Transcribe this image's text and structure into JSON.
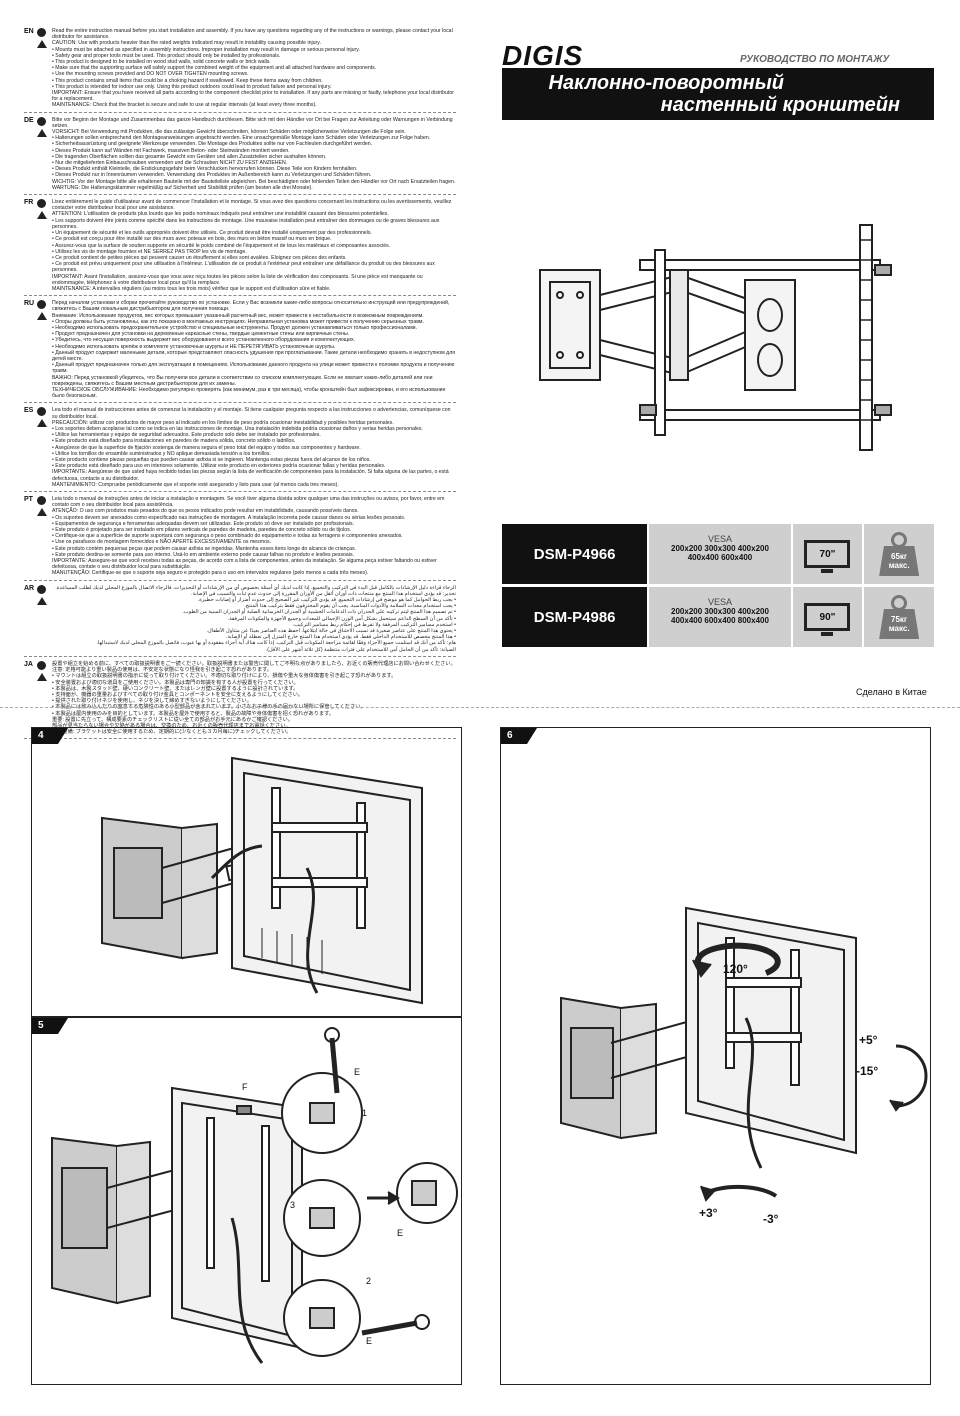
{
  "languages": [
    {
      "code": "EN",
      "lines": [
        "Read the entire instruction manual before you start installation and assembly. If you have any questions regarding any of the instructions or warnings, please contact your local distributor for assistance.",
        "CAUTION: Use with products heavier than the rated weights indicated may result in instability causing possible injury.",
        "• Mounts must be attached as specified in assembly instructions. Improper installation may result in damage or serious personal injury.",
        "• Safety gear and proper tools must be used. This product should only be installed by professionals.",
        "• This product is designed to be installed on wood stud walls, solid concrete walls or brick walls.",
        "• Make sure that the supporting surface will safely support the combined weight of the equipment and all attached hardware and components.",
        "• Use the mounting screws provided and DO NOT OVER TIGHTEN mounting screws.",
        "• This product contains small items that could be a choking hazard if swallowed. Keep these items away from children.",
        "• This product is intended for indoor use only. Using this product outdoors could lead to product failure and personal injury.",
        "IMPORTANT: Ensure that you have received all parts according to the component checklist prior to installation. If any parts are missing or faulty, telephone your local distributor for a replacement.",
        "MAINTENANCE: Check that the bracket is secure and safe to use at regular intervals (at least every three months)."
      ]
    },
    {
      "code": "DE",
      "lines": [
        "Bitte vor Beginn der Montage und Zusammenbau das ganze Handbuch durchlesen. Bitte sich mit den Händler vor Ort bei Fragen zur Anleitung oder Warnungen in Verbindung setzen.",
        "VORSICHT: Bei Verwendung mit Produkten, die das zulässige Gewicht überschreiten, können Schäden oder möglicherweise Verletzungen die Folge sein.",
        "• Halterungen sollen entsprechend den Montageanweisungen angebracht werden. Eine unsachgemäße Montage kann Schäden oder Verletzungen zur Folge haben.",
        "• Sicherheitsausrüstung und geeignete Werkzeuge verwenden. Die Montage des Produktes sollte nur von Fachleuten durchgeführt werden.",
        "• Dieses Produkt kann auf Wänden mit Fachwerk, massiven Beton- oder Steinwänden montiert werden.",
        "• Die tragenden Oberflächen sollten das gesamte Gewicht von Geräten und allen Zusatzteilen sicher aushalten können.",
        "• Nur die mitgelieferten Einbauschrauben verwenden und die Schrauben NICHT ZU FEST ANZIEHEN.",
        "• Dieses Produkt enthält Kleinteile, die Erstickungsgefahr beim Verschlucken hervorrufen können. Diese Teile von Kindern fernhalten.",
        "• Dieses Produkt nur in Innenräumen verwenden. Verwendung des Produktes im Außenbereich kann zu Verletzungen und Schäden führen.",
        "WICHTIG: Vor der Montage bitte alle erhaltenen Bauteile mit der Bauteileliste abgleichen. Bei beschädigten oder fehlenden Teilen den Händler vor Ort nach Ersatzteilen fragen.",
        "WARTUNG: Die Halterungsklammer regelmäßig auf Sicherheit und Stabilität prüfen (am besten alle drei Monate)."
      ]
    },
    {
      "code": "FR",
      "lines": [
        "Lisez entièrement le guide d'utilisateur avant de commencer l'installation et le montage. Si vous avez des questions concernant les instructions ou les avertissements, veuillez contacter votre distributeur local pour une assistance.",
        "ATTENTION: L'utilisation de produits plus lourds que les poids nominaux indiqués peut entraîner une instabilité causant des blessures potentielles.",
        "• Les supports doivent être joints comme spécifié dans les instructions de montage. Une mauvaise installation peut entraîner des dommages ou de graves blessures aux personnes.",
        "• Un équipement de sécurité et les outils appropriés doivent être utilisés. Ce produit devrait être installé uniquement par des professionnels.",
        "• Ce produit est conçu pour être installé sur des murs avec poteaux en bois, des murs en béton massif ou murs en brique.",
        "• Assurez-vous que la surface de soutien supporte en sécurité le poids combiné de l'équipement et de tous les matériaux et composantes associés.",
        "• Utilisez les vis de montage fournies et NE SERREZ PAS TROP les vis de montage.",
        "• Ce produit contient de petites pièces qui peuvent causer un étouffement si elles sont avalées. Eloignez ces pièces des enfants.",
        "• Ce produit est prévu uniquement pour une utilisation à l'intérieur. L'utilisation de ce produit à l'extérieur peut entraîner une défaillance du produit ou des blessures aux personnes.",
        "IMPORTANT: Avant l'installation, assurez-vous que vous avez reçu toutes les pièces selon la liste de vérification des composants. Si une pièce est manquante ou endommagée, téléphonez à votre distributeur local pour qu'il la remplace.",
        "MAINTENANCE: A intervalles réguliers (au moins tous les trois mois) vérifiez que le support est d'utilisation sûre et fiable."
      ]
    },
    {
      "code": "RU",
      "lines": [
        "Перед началом установки и сборки прочитайте руководство по установке. Если у Вас возникли какие-либо вопросы относительно инструкций или предупреждений, свяжитесь с Вашим локальным дистрибьютором для получения помощи.",
        "Внимание: Использование продуктов, вес которых превышает указанный расчетный вес, может привести к нестабильности и возможным повреждениям.",
        "• Опоры должны быть установлены, как это показано в монтажных инструкциях. Неправильная установка может привести к получению серьезных травм.",
        "• Необходимо использовать предохранительное устройство и специальные инструменты. Продукт должен устанавливаться только профессионалами.",
        "• Продукт предназначен для установки на деревянные каркасные стены, твердые цементные стены или кирпичные стены.",
        "• Убедитесь, что несущая поверхность выдержит вес оборудования и всего установленного оборудования и комплектующих.",
        "• Необходимо использовать крепёж в комплекте установочные шурупы и НЕ ПЕРЕТЯГИВАТЬ установочные шурупы.",
        "• Данный продукт содержит маленькие детали, которые представляют опасность удушения при проглатывании. Такие детали необходимо хранить в недоступном для детей месте.",
        "• Данный продукт предназначен только для эксплуатации в помещениях. Использование данного продукта на улице может привести к поломке продукта и получению травм.",
        "ВАЖНО: Перед установкой убедитесь, что Вы получили все детали в соответствии со списком комплектующих. Если не хватает каких-либо деталей или они повреждены, свяжитесь с Вашим местным дистрибьютором для их замены.",
        "ТЕХНИЧЕСКОЕ ОБСЛУЖИВАНИЕ: Необходимо регулярно проверять (как минимум, раз в три месяца), чтобы кронштейн был зафиксирован, и его использование было безопасным."
      ]
    },
    {
      "code": "ES",
      "lines": [
        "Lea todo el manual de instrucciones antes de comenzar la instalación y el montaje. Si tiene cualquier pregunta respecto a las instrucciones o advertencias, comuníquese con su distribuidor local.",
        "PRECAUCIÓN: utilizar con productos de mayor peso al indicado en los límites de peso podría ocasionar inestabilidad y posibles heridas personales.",
        "• Los soportes deben acoplarse tal como se indica en las instrucciones de montaje. Una instalación indebida podría ocasionar daños y serias heridas personales.",
        "• Utilice las herramientas y equipo de seguridad adecuados. Este producto solo debe ser instalado por profesionales.",
        "• Este producto está diseñado para instalaciones en paredes de madera sólida, concreto sólido o ladrillos.",
        "• Asegúrese de que la superficie de fijación sostenga de manera segura el peso total del equipo y todos sus componentes y hardware.",
        "• Utilice los tornillos de ensamble suministrados y NO aplique demasiada tensión a los tornillos.",
        "• Este producto contiene piezas pequeñas que pueden causar asfixia si se ingieren. Mantenga estas piezas fuera del alcance de los niños.",
        "• Este producto está diseñado para uso en interiores solamente. Utilizar este producto en exteriores podría ocasionar fallas y heridas personales.",
        "IMPORTANTE: Asegúrese de que usted haya recibido todas las piezas según la lista de verificación de componentes para la instalación. Si falta alguna de las partes, o está defectuosa, contacte a su distribuidor.",
        "MANTENIMIENTO: Compruebe periódicamente que el soporte esté asegurado y listo para usar (al menos cada tres meses)."
      ]
    },
    {
      "code": "PT",
      "lines": [
        "Leia todo o manual de instruções antes de iniciar a instalação e montagem. Se você tiver alguma dúvida sobre qualquer uma das instruções ou avisos, por favor, entre em contato com o seu distribuidor local para assistência.",
        "ATENÇÃO: O uso com produtos mais pesados do que os pesos indicados pode resultar em instabilidade, causando possíveis danos.",
        "• Os suportes devem ser anexados como especificado nas instruções de montagem. A instalação incorreta pode causar danos ou sérias lesões pessoais.",
        "• Equipamentos de segurança e ferramentas adequadas devem ser utilizadas. Este produto só deve ser instalado por profissionais.",
        "• Este produto é projetado para ser instalado em pilares verticais de paredes de madeira, paredes de concreto sólido ou de tijolos.",
        "• Certifique-se que a superfície de suporte suportará com segurança o peso combinado do equipamento e todas as ferragens e componentes anexados.",
        "• Use os parafusos de montagem fornecidos e NÃO APERTE EXCESSIVAMENTE os mesmos.",
        "• Este produto contém pequenas peças que podem causar asfixia se ingeridas. Mantenha esses itens longe do alcance de crianças.",
        "• Este produto destina-se somente para uso interno. Usá-lo em ambiente externo pode causar falhas no produto e lesões pessoais.",
        "IMPORTANTE: Assegure-se que você recebeu todas as peças, de acordo com a lista de componentes, antes da instalação. Se alguma peça estiver faltando ou estiver defeituosa, contate o seu distribuidor local para substituição.",
        "MANUTENÇÃO: Certifique-se que o suporte seja seguro e protegido para o uso em intervalos regulares (pelo menos a cada três meses)."
      ]
    },
    {
      "code": "AR",
      "rtl": true,
      "lines": [
        "الرجاء قراءة دليل الإرشادات بالكامل قبل البدء في التركيب والتجميع. إذا كانت لديك أي أسئلة بخصوص أي من الإرشادات أو التحذيرات، فالرجاء الاتصال بالموزع المحلي لديك لطلب المساعدة.",
        "تحذير: قد يؤدي استخدام هذا المنتج مع منتجات ذات أوزان أثقل من الأوزان المقررة إلى حدوث عدم ثبات والتسبب في الإصابة.",
        "• يجب ربط الحوامل كما هو موضح في إرشادات التجميع. قد يؤدي التركيب غير الصحيح إلى حدوث أضرار أو إصابات خطيرة.",
        "• يجب استخدام معدات السلامة والأدوات المناسبة. يجب أن يقوم المحترفون فقط بتركيب هذا المنتج.",
        "• تم تصميم هذا المنتج ليتم تركيبه على الجدران ذات الدعامات الخشبية أو الجدران الخرسانية الصلبة أو الجدران المبنية من الطوب.",
        "• تأكد من أن السطح الداعم سيتحمل بشكل آمن الوزن الإجمالي للمعدات وجميع الأجهزة والمكونات المرفقة.",
        "• استخدم مسامير التركيب المرفقة ولا تفرط في إحكام ربط مسامير التركيب.",
        "• يحتوي هذا المنتج على عناصر صغيرة قد تسبب الاختناق في حالة ابتلاعها. احفظ هذه العناصر بعيدًا عن متناول الأطفال.",
        "• هذا المنتج مخصص للاستخدام الداخلي فقط. قد يؤدي استخدام هذا المنتج خارج المنزل إلى تعطله أو الإصابة.",
        "هام: تأكد من أنك قد استلمت جميع الأجزاء وفقًا لقائمة مراجعة المكونات قبل التركيب. إذا كانت هناك أية أجزاء مفقودة أو بها عيوب، فاتصل بالموزع المحلي لديك لاستبدالها.",
        "الصيانة: تأكد من أن الحامل آمن للاستخدام على فترات منتظمة (كل ثلاثة أشهر على الأقل)."
      ]
    },
    {
      "code": "JA",
      "lines": [
        "設置や組立を始める前に、すべての取扱説明書をご一読ください。取扱説明書または警告に関してご不明な点がありましたら、お近くの販売代理店にお問い合わせください。",
        "注意: 定格可能より重い製品の使用は、不安定な状態になり怪我を引き起こす恐れがあります。",
        "• マウントは組立の取扱説明書の指示に従って取り付けてください。不適切な取り付けにより、損傷や重大な身体傷害を引き起こす恐れがあります。",
        "• 安全装置および適切な道具をご使用ください。本製品は専門の知識を有する人が設置を行ってください。",
        "• 本製品は、木製スタッド壁、硬いコンクリート壁、またはレンガ壁に設置するように設計されています。",
        "• 支持面が、機器の重量およびすべての取り付け金具とコンポーネントを安全に支えるようにしてください。",
        "• 提供された取り付けネジを使用し、ネジを決して締めすぎないようにしてください。",
        "• 本製品には飲み込んだりの窒息する危険性のある小型部品が含まれています。小さなお子様の手の届かない場所に保管してください。",
        "• 本製品は屋内使用のみを目的としています。本製品を屋外で使用すると、製品の故障や身体傷害を招く恐れがあります。",
        "重要: 設置に先立って、構成要素のチェックリストに従い全ての部品がお手元にあるかご確認ください。",
        "部品が見当たらない場合や欠陥がある場合は、交換のため、お近くの販売代理店までお電話ください。",
        "保守整備: ブラケットは安全に使用するため、定期的に(少なくとも３カ月毎に)チェックしてください。"
      ]
    }
  ],
  "header": {
    "brand": "DIGIS",
    "manual_label": "РУКОВОДСТВО ПО МОНТАЖУ",
    "title_line1": "Наклонно-поворотный",
    "title_line2": "настенный кронштейн"
  },
  "models": [
    {
      "model": "DSM-P4966",
      "vesa_label": "VESA",
      "vesa_line1": "200x200 300x300 400x200",
      "vesa_line2": "400x400 600x400",
      "screen": "70\"",
      "weight_value": "65кг",
      "weight_label": "макс."
    },
    {
      "model": "DSM-P4986",
      "vesa_label": "VESA",
      "vesa_line1": "200x200 300x300 400x200",
      "vesa_line2": "400x400 600x400 800x400",
      "screen": "90\"",
      "weight_value": "75кг",
      "weight_label": "макс."
    }
  ],
  "made_in": "Сделано в Китае",
  "steps": {
    "step4": {
      "number": "4"
    },
    "step5": {
      "number": "5",
      "label_e_top": "E",
      "label_f": "F",
      "label_e_mid": "E",
      "label_e_bottom": "E",
      "circle_1": "1",
      "circle_2": "2",
      "circle_3": "3"
    },
    "step6": {
      "number": "6",
      "swivel": "120°",
      "tilt_up": "+5°",
      "tilt_down": "-15°",
      "level_plus": "+3°",
      "level_minus": "-3°"
    }
  }
}
